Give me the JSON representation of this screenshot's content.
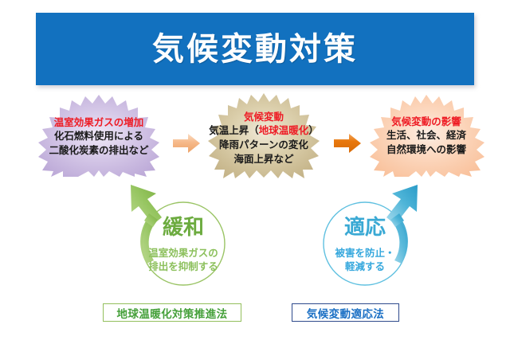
{
  "title": {
    "text": "気候変動対策",
    "background_color": "#1271bf",
    "text_color": "#ffffff"
  },
  "flow": {
    "blocks": [
      {
        "id": "ghg",
        "heading": "温室効果ガスの増加",
        "heading_color": "#ee1c25",
        "burst_color": "#c9b8e0",
        "lines": [
          "化石燃料使用による",
          "二酸化炭素の排出など"
        ]
      },
      {
        "id": "change",
        "heading": "気候変動",
        "heading_color": "#ee1c25",
        "burst_color": "#cdbf90",
        "lines_rich": [
          {
            "pre": "気温上昇（",
            "highlight": "地球温暖化",
            "post": "）"
          },
          {
            "pre": "降雨パターンの変化",
            "highlight": "",
            "post": ""
          },
          {
            "pre": "海面上昇など",
            "highlight": "",
            "post": ""
          }
        ]
      },
      {
        "id": "impact",
        "heading": "気候変動の影響",
        "heading_color": "#ee1c25",
        "burst_color": "#fbcfb0",
        "lines": [
          "生活、社会、経済",
          "自然環境への影響"
        ]
      }
    ],
    "arrows": [
      {
        "id": "arrow-1",
        "icon": "right-arrow-icon",
        "color": "#f5b183"
      },
      {
        "id": "arrow-2",
        "icon": "right-arrow-icon",
        "color": "#e2720f"
      }
    ]
  },
  "cycles": [
    {
      "id": "mitigation",
      "title": "緩和",
      "title_color": "#6cab3f",
      "desc_lines": [
        "温室効果ガスの",
        "排出を抑制する"
      ],
      "desc_color": "#8cc05c",
      "arrow_icon": "curved-up-left-arrow-icon",
      "arrow_color": "#8cc05c",
      "law_label": "地球温暖化対策推進法",
      "law_text_color": "#45a03a",
      "law_border_color": "#93bf5c"
    },
    {
      "id": "adaptation",
      "title": "適応",
      "title_color": "#3aa9d4",
      "desc_lines": [
        "被害を防止・",
        "軽減する"
      ],
      "desc_color": "#36a8dd",
      "arrow_icon": "curved-up-right-arrow-icon",
      "arrow_color": "#3aa9d4",
      "law_label": "気候変動適応法",
      "law_text_color": "#1a6fc4",
      "law_border_color": "#2e4a8c"
    }
  ]
}
